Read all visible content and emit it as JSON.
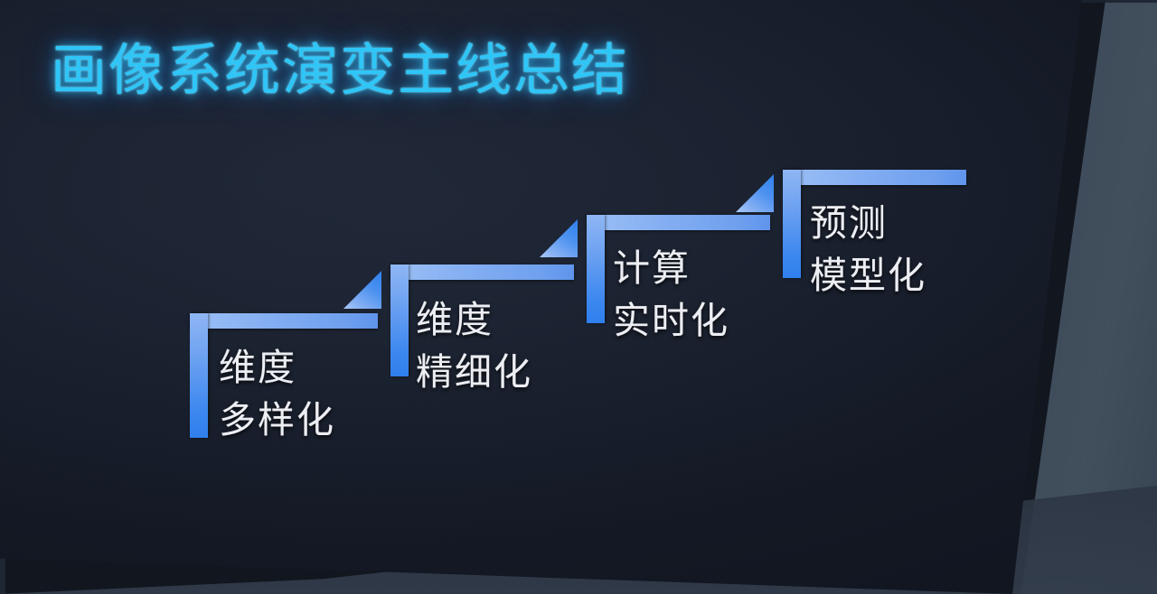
{
  "slide": {
    "title": "画像系统演变主线总结",
    "title_color": "#2fc6f7",
    "background_color": "#12161f",
    "label_color": "#eceef3",
    "accent_color": "#6fa0ee"
  },
  "steps": [
    {
      "index": 1,
      "line1": "维度",
      "line2": "多样化",
      "bar_color_light": "#9cc0f6",
      "bar_color_dark": "#2f7fee"
    },
    {
      "index": 2,
      "line1": "维度",
      "line2": "精细化",
      "bar_color_light": "#9cc0f6",
      "bar_color_dark": "#2f7fee"
    },
    {
      "index": 3,
      "line1": "计算",
      "line2": "实时化",
      "bar_color_light": "#9cc0f6",
      "bar_color_dark": "#2f7fee"
    },
    {
      "index": 4,
      "line1": "预测",
      "line2": "模型化",
      "bar_color_light": "#9cc0f6",
      "bar_color_dark": "#2f7fee"
    }
  ]
}
